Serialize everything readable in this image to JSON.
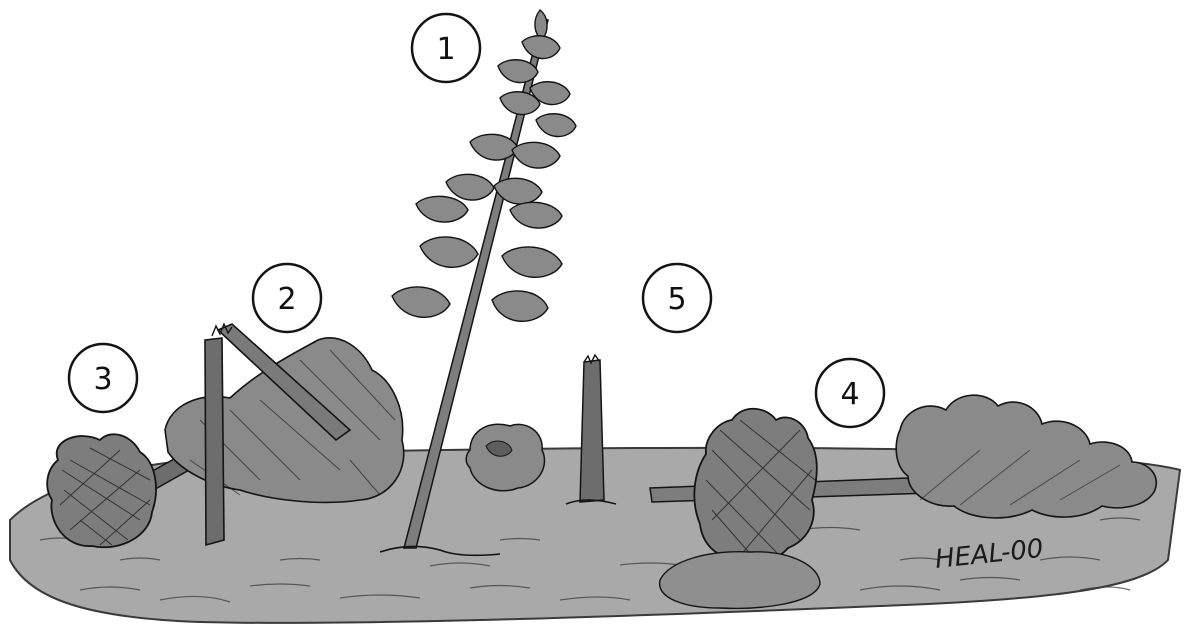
{
  "illustration": {
    "callouts": [
      {
        "id": "1",
        "label": "1"
      },
      {
        "id": "2",
        "label": "2"
      },
      {
        "id": "3",
        "label": "3"
      },
      {
        "id": "4",
        "label": "4"
      },
      {
        "id": "5",
        "label": "5"
      }
    ],
    "signature": "HEAL-00"
  },
  "colors": {
    "ground": "#a9a9a9",
    "ground_outline": "#3a3a3a",
    "foliage": "#8a8a8a",
    "foliage_dark": "#5e5e5e",
    "trunk": "#6d6d6d",
    "ink": "#141414",
    "background": "#ffffff"
  }
}
